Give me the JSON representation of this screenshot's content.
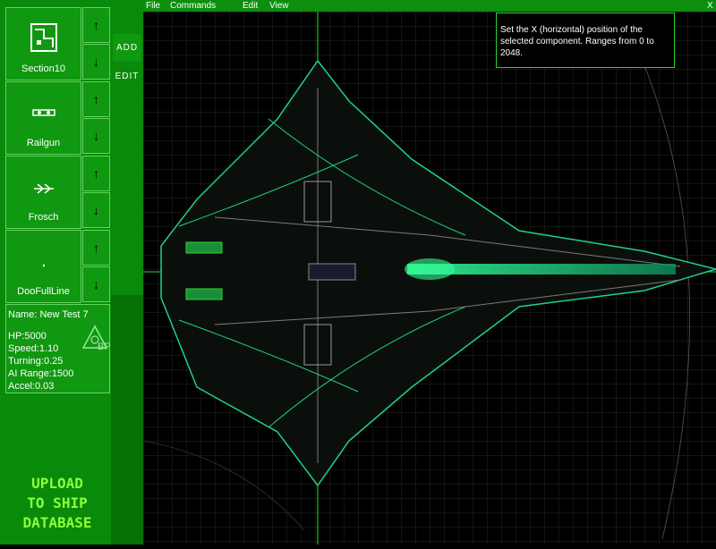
{
  "menu": {
    "file": "File",
    "commands": "Commands",
    "edit": "Edit",
    "view": "View",
    "close": "X"
  },
  "tabs": {
    "add": "ADD",
    "edit": "EDIT"
  },
  "components": [
    {
      "label": "Section10",
      "icon": "section-icon"
    },
    {
      "label": "Railgun",
      "icon": "railgun-icon"
    },
    {
      "label": "Frosch",
      "icon": "frosch-icon"
    },
    {
      "label": "DooFullLine",
      "icon": "dot-icon"
    }
  ],
  "stats": {
    "name": "Name: New Test 7",
    "hp": "HP:5000",
    "speed": "Speed:1.10",
    "turning": "Turning:0.25",
    "ai_range": "AI Range:1500",
    "accel": "Accel:0.03",
    "bp": "BP"
  },
  "upload": {
    "line1": "UPLOAD",
    "line2": "TO SHIP",
    "line3": "DATABASE"
  },
  "tooltip": {
    "text": "Set the X (horizontal) position of the selected component. Ranges from 0 to 2048."
  },
  "colors": {
    "panel": "#0a8a0a",
    "panel_light": "#109810",
    "grid": "#1a3a1a",
    "accent": "#29d629",
    "upload": "#8cff3c"
  }
}
